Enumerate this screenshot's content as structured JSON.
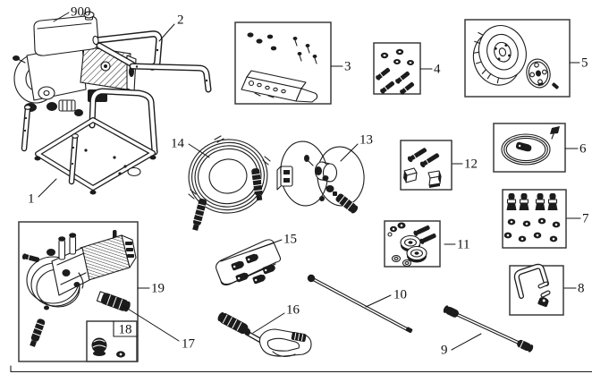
{
  "diagram": {
    "type": "exploded-parts-diagram",
    "background": "#ffffff",
    "ink_color": "#1c1c1c",
    "callouts": {
      "engine": "900",
      "frame": "1",
      "handle": "2",
      "shield_kit": "3",
      "bolt_kit": "4",
      "wheel_kit": "5",
      "o_ring_kit": "6",
      "nozzle_kit": "7",
      "hook_kit": "8",
      "lower_wand": "9",
      "upper_wand": "10",
      "reel_hardware_kit": "11",
      "clamp_kit": "12",
      "hose_reel": "13",
      "high_pressure_hose": "14",
      "nozzle_holder": "15",
      "spray_gun": "16",
      "pump_fitting": "17",
      "plug_kit": "18",
      "pump_assembly": "19"
    }
  }
}
